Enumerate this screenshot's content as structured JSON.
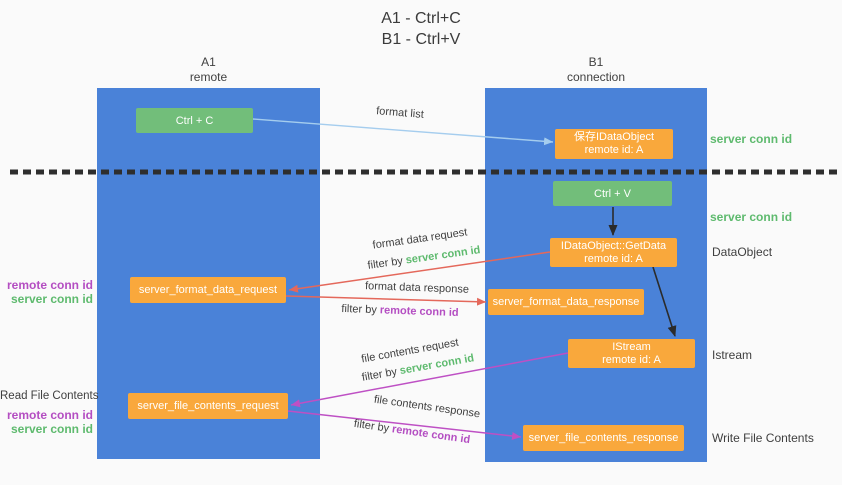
{
  "colors": {
    "column_blue": "#4a82d8",
    "box_orange": "#f9a83c",
    "box_green": "#72be7a",
    "arrow_red": "#e4685b",
    "arrow_magenta": "#be50c4",
    "arrow_lightblue": "#a5cdee",
    "arrow_black": "#2b2b2b",
    "text_green": "#5eba6e",
    "text_purple": "#b44ec2"
  },
  "title": {
    "line1": "A1 - Ctrl+C",
    "line2": "B1 - Ctrl+V"
  },
  "columns": {
    "left": {
      "name": "A1",
      "subtitle": "remote"
    },
    "right": {
      "name": "B1",
      "subtitle": "connection"
    }
  },
  "nodes": {
    "ctrl_c": {
      "label": "Ctrl + C"
    },
    "save_idataobject": {
      "line1": "保存IDataObject",
      "line2": "remote id: A"
    },
    "ctrl_v": {
      "label": "Ctrl + V"
    },
    "getdata": {
      "line1": "IDataObject::GetData",
      "line2": "remote id: A"
    },
    "format_request": {
      "label": "server_format_data_request"
    },
    "format_response": {
      "label": "server_format_data_response"
    },
    "istream": {
      "line1": "IStream",
      "line2": "remote id: A"
    },
    "file_request": {
      "label": "server_file_contents_request"
    },
    "file_response": {
      "label": "server_file_contents_response"
    }
  },
  "right_labels": {
    "server_conn_top": "server conn id",
    "server_conn_mid": "server conn id",
    "dataobject": "DataObject",
    "istream": "Istream",
    "write_file_contents": "Write File Contents"
  },
  "left_labels": {
    "remote_conn_top": "remote conn id",
    "server_conn_top": "server conn id",
    "read_file_contents": "Read File Contents",
    "remote_conn_bottom": "remote conn id",
    "server_conn_bottom": "server conn id"
  },
  "arrow_labels": {
    "format_list": "format list",
    "format_data_request": "format data request",
    "format_data_response": "format data response",
    "file_contents_request": "file contents request",
    "file_contents_response": "file contents response",
    "filter_prefix": "filter by",
    "server_conn_id": "server conn id",
    "remote_conn_id": "remote conn id"
  }
}
